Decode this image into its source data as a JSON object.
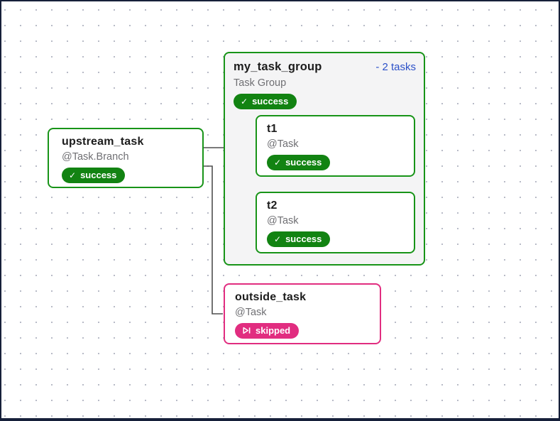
{
  "graph": {
    "group": {
      "title": "my_task_group",
      "collapse_link": "- 2 tasks",
      "type_label": "Task Group",
      "status": "success"
    },
    "nodes": {
      "upstream": {
        "title": "upstream_task",
        "type_label": "@Task.Branch",
        "status": "success"
      },
      "t1": {
        "title": "t1",
        "type_label": "@Task",
        "status": "success"
      },
      "t2": {
        "title": "t2",
        "type_label": "@Task",
        "status": "success"
      },
      "outside": {
        "title": "outside_task",
        "type_label": "@Task",
        "status": "skipped"
      }
    }
  },
  "icons": {
    "check_glyph": "✓"
  },
  "colors": {
    "success_green": "#128312",
    "node_border_green": "#189418",
    "skipped_pink": "#e12d80",
    "link_blue": "#2b50c8",
    "edge_gray": "#4f4f4f",
    "group_background": "#f4f4f5",
    "canvas_frame_navy": "#16203a",
    "dot_grid": "#b8bbc7"
  }
}
